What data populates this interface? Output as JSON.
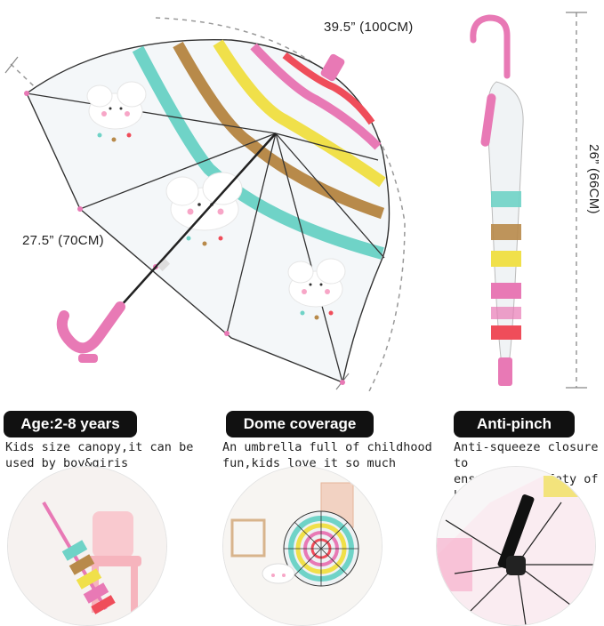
{
  "dimensions": {
    "width_label": "39.5” (100CM)",
    "arc_label": "27.5” (70CM)",
    "height_label": "26” (66CM)"
  },
  "features": [
    {
      "title": "Age:2-8 years",
      "desc_line1": "Kids size canopy,it can be",
      "desc_line2": "used by boy&giris"
    },
    {
      "title": "Dome coverage",
      "desc_line1": "An umbrella full of childhood",
      "desc_line2": "fun,kids love it so much"
    },
    {
      "title": "Anti-pinch",
      "desc_line1": "Anti-squeeze closure to",
      "desc_line2": "ensure the safety of hands"
    }
  ],
  "colors": {
    "pink": "#e879b5",
    "teal": "#6fd3c7",
    "gold": "#b88a4a",
    "yellow": "#f0e04a",
    "red": "#ef4d5a"
  }
}
